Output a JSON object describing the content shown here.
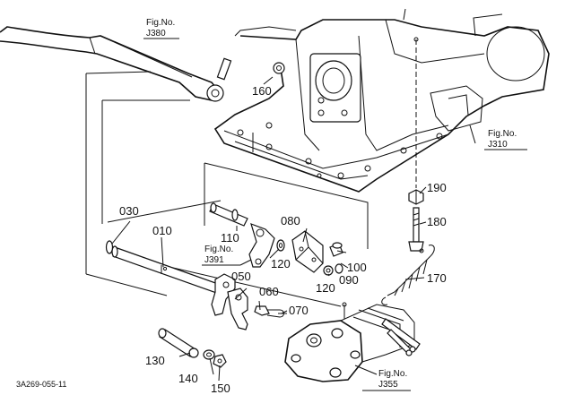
{
  "diagram": {
    "drawing_code": "3A269-055-11",
    "parts": [
      {
        "no": "010"
      },
      {
        "no": "030"
      },
      {
        "no": "050"
      },
      {
        "no": "060"
      },
      {
        "no": "070"
      },
      {
        "no": "080"
      },
      {
        "no": "090"
      },
      {
        "no": "100"
      },
      {
        "no": "110"
      },
      {
        "no": "120"
      },
      {
        "no": "120"
      },
      {
        "no": "130"
      },
      {
        "no": "140"
      },
      {
        "no": "150"
      },
      {
        "no": "160"
      },
      {
        "no": "170"
      },
      {
        "no": "180"
      },
      {
        "no": "190"
      }
    ],
    "fig_refs": [
      {
        "caption": "Fig.No.",
        "number": "J380"
      },
      {
        "caption": "Fig.No.",
        "number": "J310"
      },
      {
        "caption": "Fig.No.",
        "number": "J391"
      },
      {
        "caption": "Fig.No.",
        "number": "J355"
      }
    ]
  }
}
